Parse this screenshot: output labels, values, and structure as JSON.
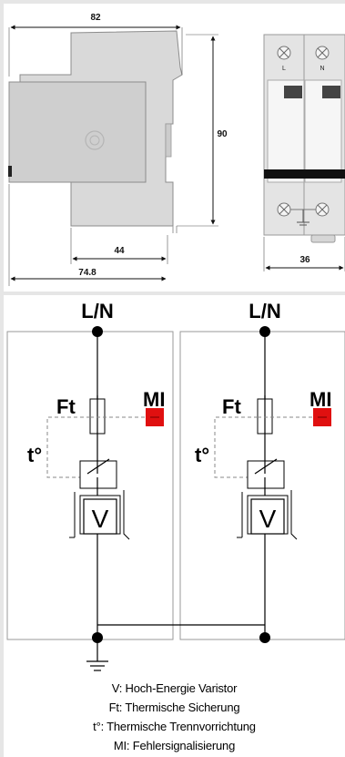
{
  "dimensions": {
    "width": "82",
    "height": "90",
    "depth_44": "44",
    "depth_total": "74.8",
    "module_width": "36"
  },
  "terminals": {
    "left": "L",
    "right": "N"
  },
  "schematic": {
    "supply_left": "L/N",
    "supply_right": "L/N",
    "fuse": "Ft",
    "indicator": "MI",
    "thermal": "t°",
    "varistor": "V",
    "colors": {
      "indicator": "#e01010",
      "line": "#000000",
      "box_border": "#999999"
    }
  },
  "legend": [
    "V: Hoch-Energie Varistor",
    "Ft: Thermische Sicherung",
    "t°: Thermische Trennvorrichtung",
    "MI: Fehlersignalisierung"
  ]
}
